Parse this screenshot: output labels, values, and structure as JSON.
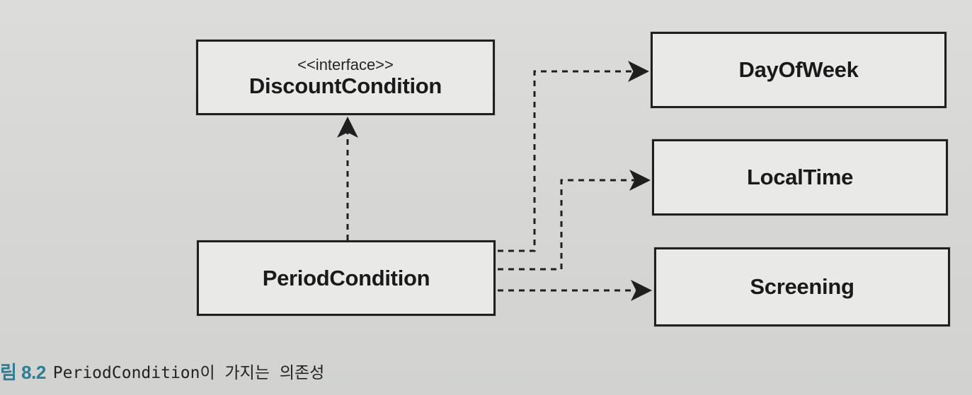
{
  "diagram": {
    "classes": {
      "discount_condition": {
        "stereotype": "<<interface>>",
        "name": "DiscountCondition"
      },
      "period_condition": {
        "name": "PeriodCondition"
      },
      "day_of_week": {
        "name": "DayOfWeek"
      },
      "local_time": {
        "name": "LocalTime"
      },
      "screening": {
        "name": "Screening"
      }
    },
    "relations": [
      {
        "from": "PeriodCondition",
        "to": "DiscountCondition",
        "kind": "realization-dashed"
      },
      {
        "from": "PeriodCondition",
        "to": "DayOfWeek",
        "kind": "dependency-dashed"
      },
      {
        "from": "PeriodCondition",
        "to": "LocalTime",
        "kind": "dependency-dashed"
      },
      {
        "from": "PeriodCondition",
        "to": "Screening",
        "kind": "dependency-dashed"
      }
    ]
  },
  "caption": {
    "figure_number": "림 8.2",
    "text": "PeriodCondition이 가지는 의존성"
  },
  "colors": {
    "line": "#1f1f1f",
    "box_fill": "#e9e9e7",
    "caption_accent": "#2f7d95"
  }
}
